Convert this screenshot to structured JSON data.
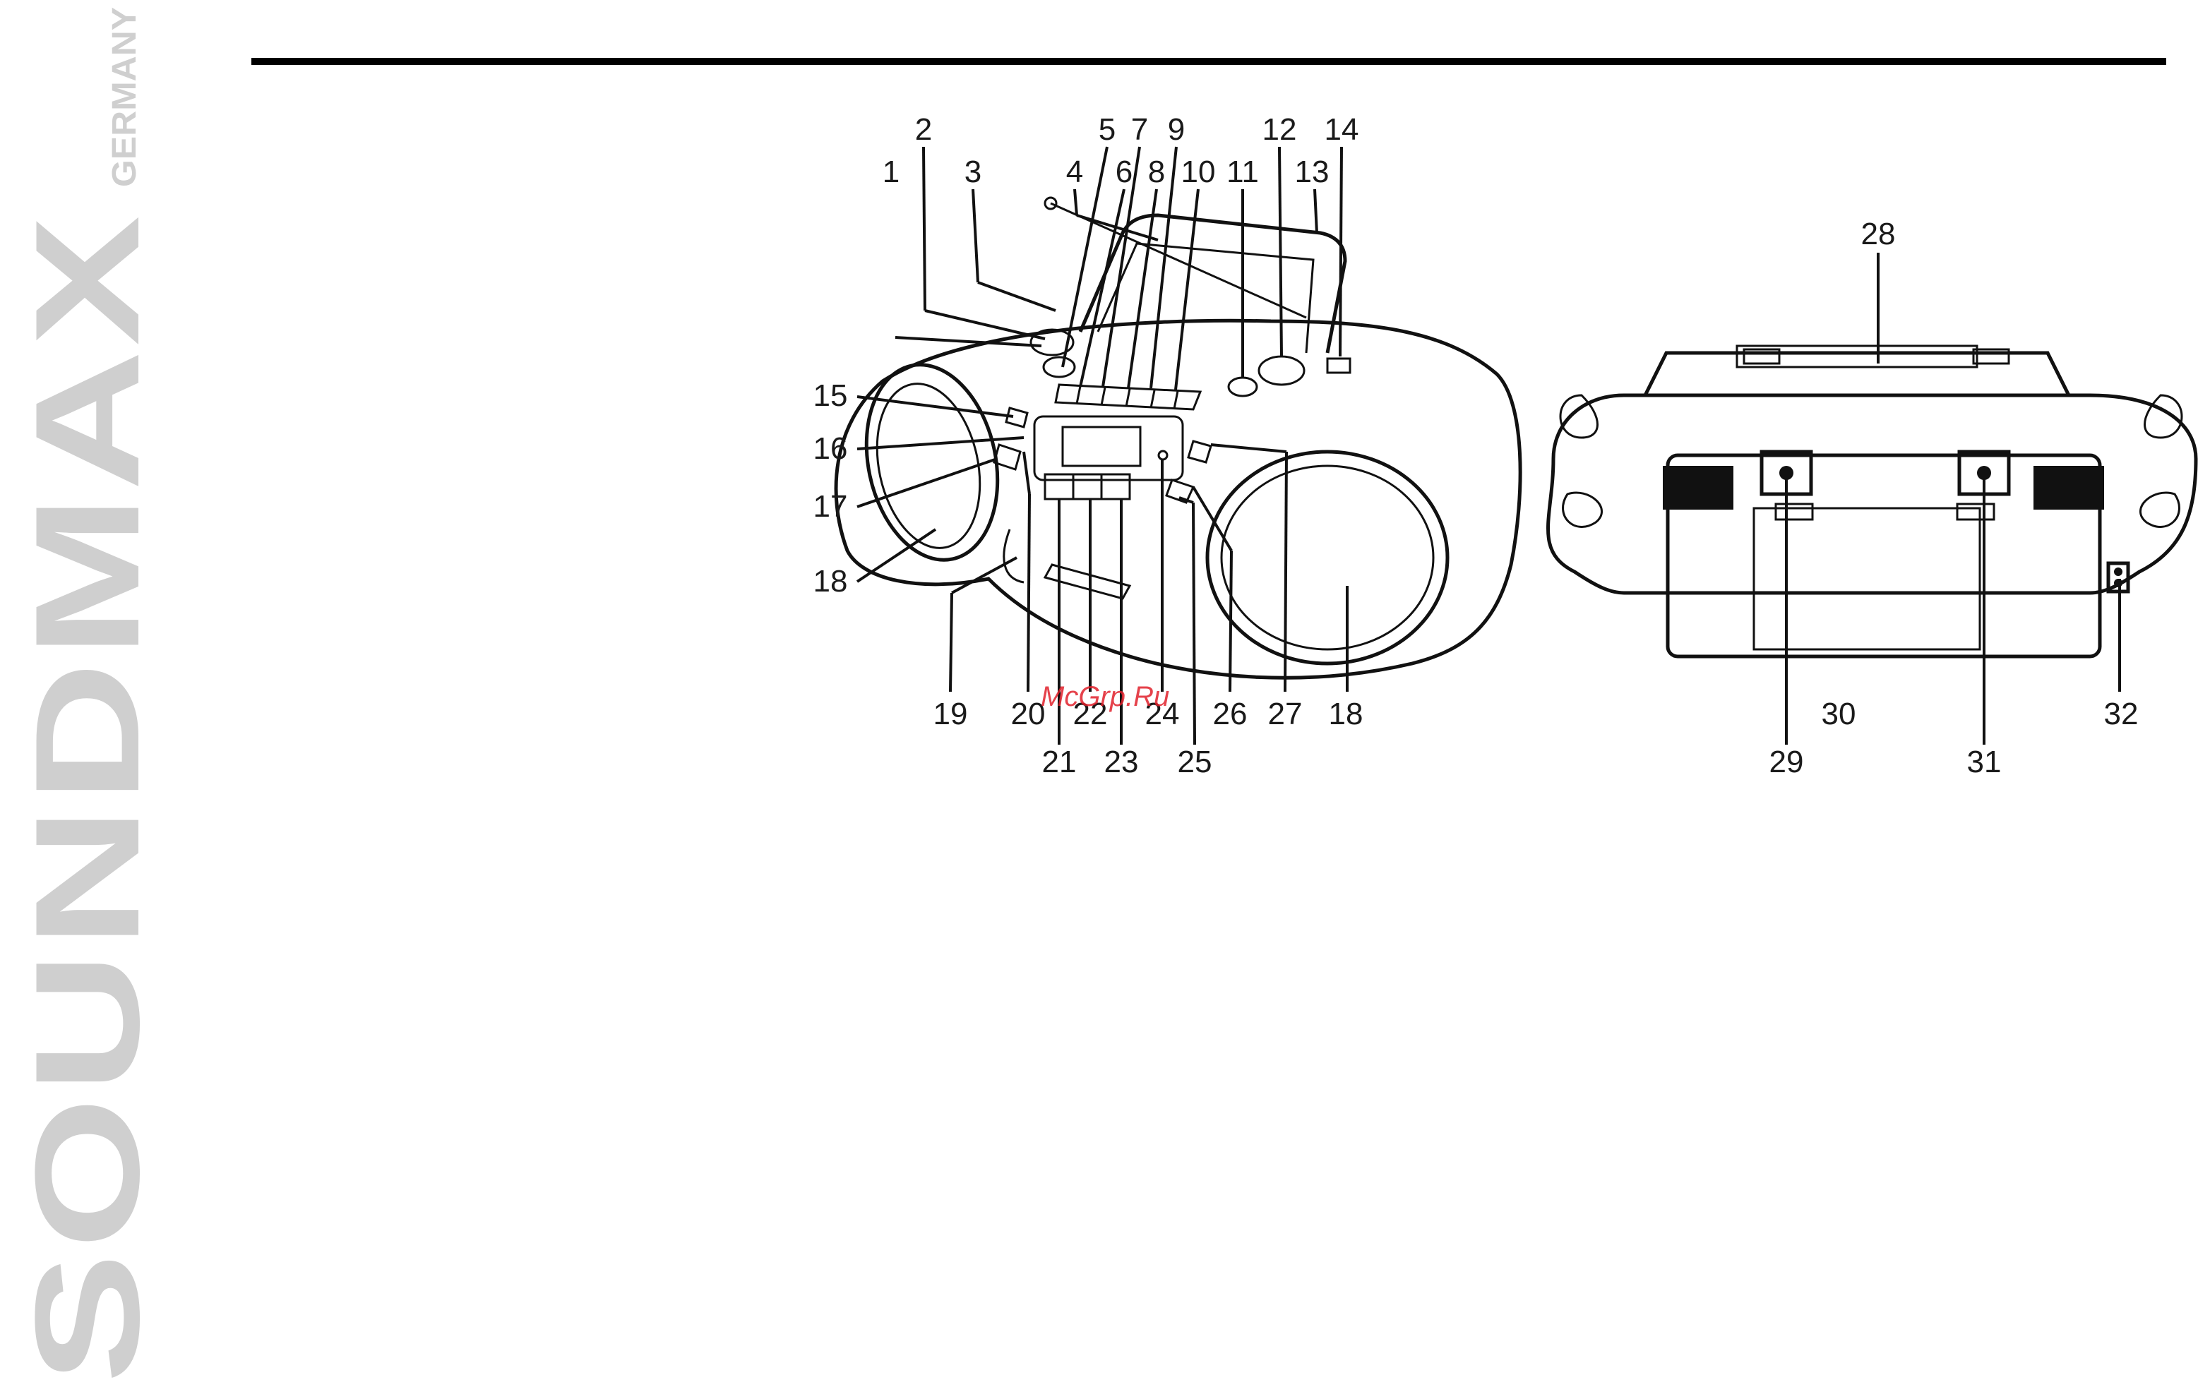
{
  "brand": {
    "name": "SOUNDMAX",
    "country": "GERMANY",
    "color": "#cfcfcf"
  },
  "watermark": {
    "text": "McGrp.Ru",
    "color": "#e0212b"
  },
  "front_view": {
    "callouts": [
      "1",
      "2",
      "3",
      "4",
      "5",
      "6",
      "7",
      "8",
      "9",
      "10",
      "11",
      "12",
      "13",
      "14",
      "15",
      "16",
      "17",
      "18",
      "19",
      "20",
      "21",
      "22",
      "23",
      "24",
      "25",
      "26",
      "27",
      "18"
    ]
  },
  "rear_view": {
    "callouts": [
      "28",
      "29",
      "30",
      "31",
      "32"
    ]
  }
}
